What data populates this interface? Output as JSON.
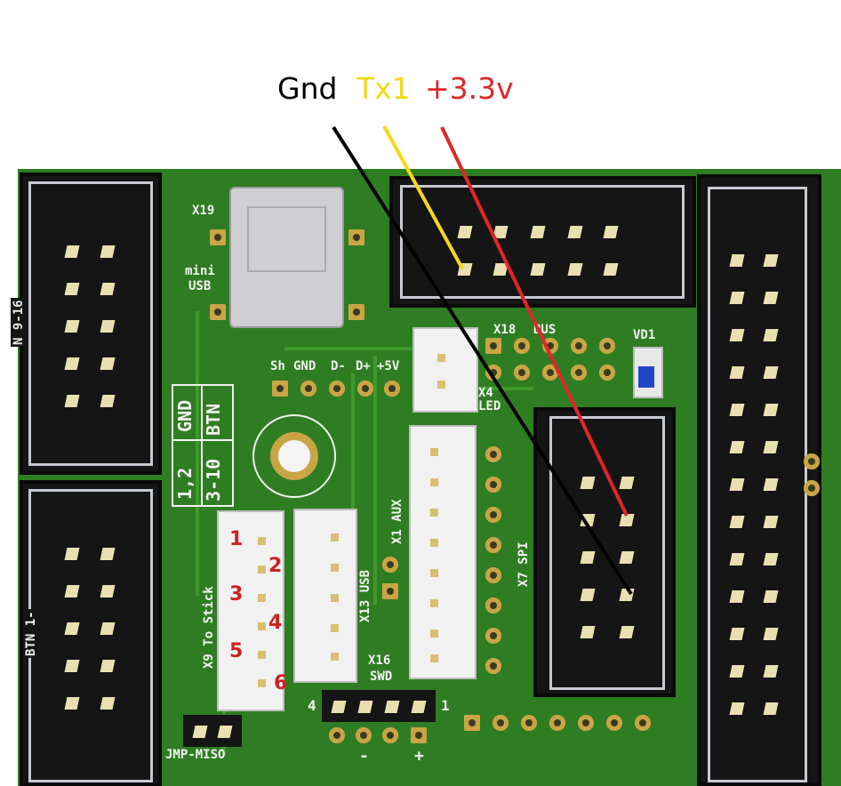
{
  "wire_labels": {
    "gnd": {
      "text": "Gnd",
      "color": "#000000"
    },
    "tx1": {
      "text": "Tx1",
      "color": "#f4d81c"
    },
    "v33": {
      "text": "+3.3v",
      "color": "#e0262a"
    }
  },
  "silkscreen": {
    "x19": "X19",
    "mini": "mini",
    "usb": "USB",
    "sh": "Sh",
    "gnd": "GND",
    "dminus": "D-",
    "dplus": "D+",
    "v5": "+5V",
    "x18": "X18",
    "bus": "BUS",
    "vd1": "VD1",
    "x4": "X4",
    "led": "LED",
    "table_gnd": "GND",
    "table_btn": "BTN",
    "table_12": "1,2",
    "table_310": "3-10",
    "x1_aux": "X1 AUX",
    "x7_spi": "X7 SPI",
    "x13_usb": "X13 USB",
    "x9": "X9 To Stick",
    "x16": "X16",
    "swd": "SWD",
    "four": "4",
    "one": "1",
    "minus": "-",
    "plus": "+",
    "jmp": "JMP-MISO",
    "btn_916": "N 9-16",
    "btn_1": "BTN 1-"
  },
  "pin_numbers": [
    "1",
    "2",
    "3",
    "4",
    "5",
    "6"
  ],
  "colors": {
    "pcb": "#2f7d22",
    "pad": "#c9a546",
    "header": "#151515"
  }
}
